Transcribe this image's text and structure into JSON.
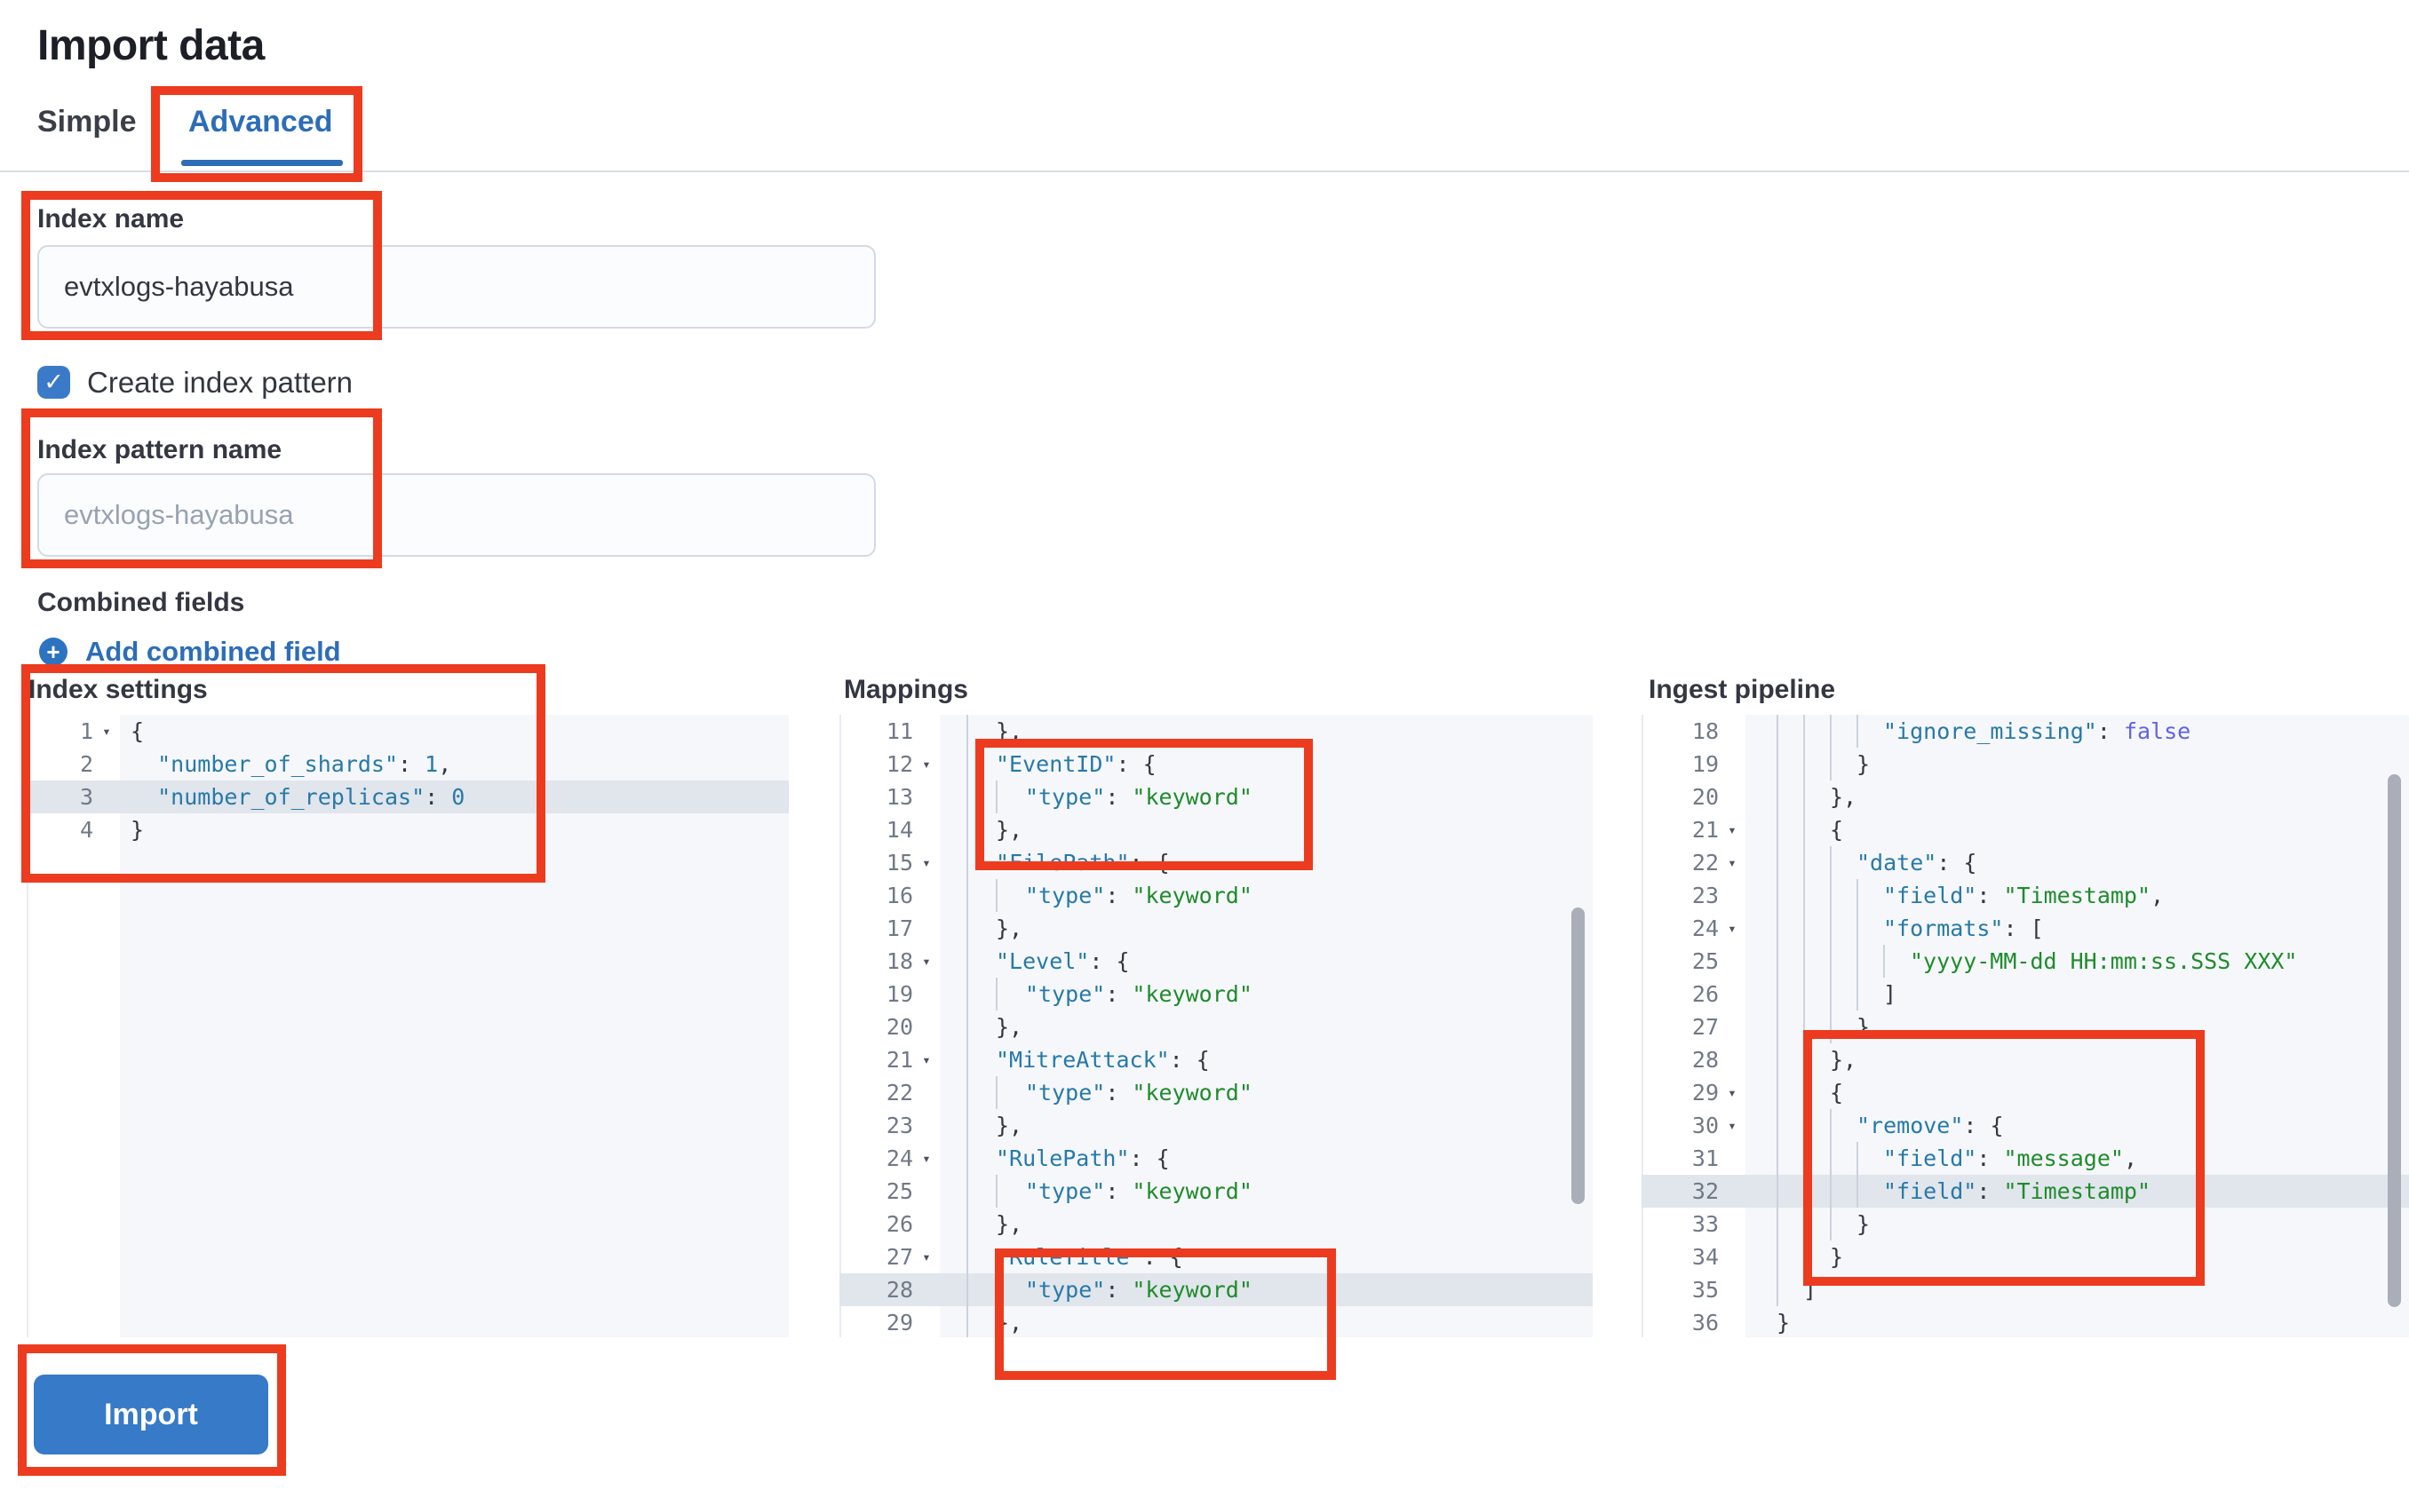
{
  "page": {
    "title": "Import data"
  },
  "tabs": {
    "simple": "Simple",
    "advanced": "Advanced",
    "selected": "Advanced"
  },
  "form": {
    "index_name_label": "Index name",
    "index_name_value": "evtxlogs-hayabusa",
    "create_index_pattern_label": "Create index pattern",
    "create_index_pattern_checked": true,
    "check_glyph": "✓",
    "index_pattern_label": "Index pattern name",
    "index_pattern_placeholder": "evtxlogs-hayabusa",
    "combined_fields_label": "Combined fields",
    "add_combined_field_label": "Add combined field",
    "plus_glyph": "+"
  },
  "editors": [
    {
      "label": "Index settings",
      "lines": [
        {
          "n": 1,
          "fold": true,
          "g": 0,
          "seg": [
            [
              "p",
              "{"
            ]
          ]
        },
        {
          "n": 2,
          "g": 0,
          "seg": [
            [
              "p",
              "  "
            ],
            [
              "k",
              "\"number_of_shards\""
            ],
            [
              "p",
              ": "
            ],
            [
              "n",
              "1"
            ],
            [
              "p",
              ","
            ]
          ]
        },
        {
          "n": 3,
          "hl": true,
          "g": 0,
          "seg": [
            [
              "p",
              "  "
            ],
            [
              "k",
              "\"number_of_replicas\""
            ],
            [
              "p",
              ": "
            ],
            [
              "n",
              "0"
            ]
          ]
        },
        {
          "n": 4,
          "g": 0,
          "seg": [
            [
              "p",
              "}"
            ]
          ]
        }
      ]
    },
    {
      "label": "Mappings",
      "lines": [
        {
          "n": 11,
          "g": 1,
          "seg": [
            [
              "p",
              "},"
            ]
          ]
        },
        {
          "n": 12,
          "fold": true,
          "g": 1,
          "seg": [
            [
              "k",
              "\"EventID\""
            ],
            [
              "p",
              ": {"
            ]
          ]
        },
        {
          "n": 13,
          "g": 2,
          "seg": [
            [
              "k",
              "\"type\""
            ],
            [
              "p",
              ": "
            ],
            [
              "s",
              "\"keyword\""
            ]
          ]
        },
        {
          "n": 14,
          "g": 1,
          "seg": [
            [
              "p",
              "},"
            ]
          ]
        },
        {
          "n": 15,
          "fold": true,
          "g": 1,
          "seg": [
            [
              "k",
              "\"FilePath\""
            ],
            [
              "p",
              ": {"
            ]
          ]
        },
        {
          "n": 16,
          "g": 2,
          "seg": [
            [
              "k",
              "\"type\""
            ],
            [
              "p",
              ": "
            ],
            [
              "s",
              "\"keyword\""
            ]
          ]
        },
        {
          "n": 17,
          "g": 1,
          "seg": [
            [
              "p",
              "},"
            ]
          ]
        },
        {
          "n": 18,
          "fold": true,
          "g": 1,
          "seg": [
            [
              "k",
              "\"Level\""
            ],
            [
              "p",
              ": {"
            ]
          ]
        },
        {
          "n": 19,
          "g": 2,
          "seg": [
            [
              "k",
              "\"type\""
            ],
            [
              "p",
              ": "
            ],
            [
              "s",
              "\"keyword\""
            ]
          ]
        },
        {
          "n": 20,
          "g": 1,
          "seg": [
            [
              "p",
              "},"
            ]
          ]
        },
        {
          "n": 21,
          "fold": true,
          "g": 1,
          "seg": [
            [
              "k",
              "\"MitreAttack\""
            ],
            [
              "p",
              ": {"
            ]
          ]
        },
        {
          "n": 22,
          "g": 2,
          "seg": [
            [
              "k",
              "\"type\""
            ],
            [
              "p",
              ": "
            ],
            [
              "s",
              "\"keyword\""
            ]
          ]
        },
        {
          "n": 23,
          "g": 1,
          "seg": [
            [
              "p",
              "},"
            ]
          ]
        },
        {
          "n": 24,
          "fold": true,
          "g": 1,
          "seg": [
            [
              "k",
              "\"RulePath\""
            ],
            [
              "p",
              ": {"
            ]
          ]
        },
        {
          "n": 25,
          "g": 2,
          "seg": [
            [
              "k",
              "\"type\""
            ],
            [
              "p",
              ": "
            ],
            [
              "s",
              "\"keyword\""
            ]
          ]
        },
        {
          "n": 26,
          "g": 1,
          "seg": [
            [
              "p",
              "},"
            ]
          ]
        },
        {
          "n": 27,
          "fold": true,
          "g": 1,
          "seg": [
            [
              "k",
              "\"RuleTitle\""
            ],
            [
              "p",
              ": {"
            ]
          ]
        },
        {
          "n": 28,
          "hl": true,
          "g": 2,
          "seg": [
            [
              "k",
              "\"type\""
            ],
            [
              "p",
              ": "
            ],
            [
              "s",
              "\"keyword\""
            ]
          ]
        },
        {
          "n": 29,
          "g": 1,
          "seg": [
            [
              "p",
              "},"
            ]
          ]
        }
      ]
    },
    {
      "label": "Ingest pipeline",
      "lines": [
        {
          "n": 18,
          "g": 4,
          "seg": [
            [
              "k",
              "\"ignore_missing\""
            ],
            [
              "p",
              ": "
            ],
            [
              "b",
              "false"
            ]
          ]
        },
        {
          "n": 19,
          "g": 3,
          "seg": [
            [
              "p",
              "}"
            ]
          ]
        },
        {
          "n": 20,
          "g": 2,
          "seg": [
            [
              "p",
              "},"
            ]
          ]
        },
        {
          "n": 21,
          "fold": true,
          "g": 2,
          "seg": [
            [
              "p",
              "{"
            ]
          ]
        },
        {
          "n": 22,
          "fold": true,
          "g": 3,
          "seg": [
            [
              "k",
              "\"date\""
            ],
            [
              "p",
              ": {"
            ]
          ]
        },
        {
          "n": 23,
          "g": 4,
          "seg": [
            [
              "k",
              "\"field\""
            ],
            [
              "p",
              ": "
            ],
            [
              "s",
              "\"Timestamp\""
            ],
            [
              "p",
              ","
            ]
          ]
        },
        {
          "n": 24,
          "fold": true,
          "g": 4,
          "seg": [
            [
              "k",
              "\"formats\""
            ],
            [
              "p",
              ": ["
            ]
          ]
        },
        {
          "n": 25,
          "g": 5,
          "seg": [
            [
              "s",
              "\"yyyy-MM-dd HH:mm:ss.SSS XXX\""
            ]
          ]
        },
        {
          "n": 26,
          "g": 4,
          "seg": [
            [
              "p",
              "]"
            ]
          ]
        },
        {
          "n": 27,
          "g": 3,
          "seg": [
            [
              "p",
              "}"
            ]
          ]
        },
        {
          "n": 28,
          "g": 2,
          "seg": [
            [
              "p",
              "},"
            ]
          ]
        },
        {
          "n": 29,
          "fold": true,
          "g": 2,
          "seg": [
            [
              "p",
              "{"
            ]
          ]
        },
        {
          "n": 30,
          "fold": true,
          "g": 3,
          "seg": [
            [
              "k",
              "\"remove\""
            ],
            [
              "p",
              ": {"
            ]
          ]
        },
        {
          "n": 31,
          "g": 4,
          "seg": [
            [
              "k",
              "\"field\""
            ],
            [
              "p",
              ": "
            ],
            [
              "s",
              "\"message\""
            ],
            [
              "p",
              ","
            ]
          ]
        },
        {
          "n": 32,
          "hl": true,
          "g": 4,
          "seg": [
            [
              "k",
              "\"field\""
            ],
            [
              "p",
              ": "
            ],
            [
              "s",
              "\"Timestamp\""
            ]
          ]
        },
        {
          "n": 33,
          "g": 3,
          "seg": [
            [
              "p",
              "}"
            ]
          ]
        },
        {
          "n": 34,
          "g": 2,
          "seg": [
            [
              "p",
              "}"
            ]
          ]
        },
        {
          "n": 35,
          "g": 1,
          "seg": [
            [
              "p",
              "]"
            ]
          ]
        },
        {
          "n": 36,
          "g": 0,
          "seg": [
            [
              "p",
              "}"
            ]
          ]
        }
      ]
    }
  ],
  "actions": {
    "import_label": "Import"
  },
  "colors": {
    "annotation_red": "#ec3b1f",
    "accent_blue": "#2d6db8",
    "button_blue": "#377ac8",
    "checkbox_blue": "#3a7ac9",
    "code_key": "#2779a8",
    "code_string": "#1f8b2c",
    "code_boolean": "#5f62e6",
    "editor_background": "#f5f7fa",
    "line_highlight": "#e1e5ec"
  }
}
